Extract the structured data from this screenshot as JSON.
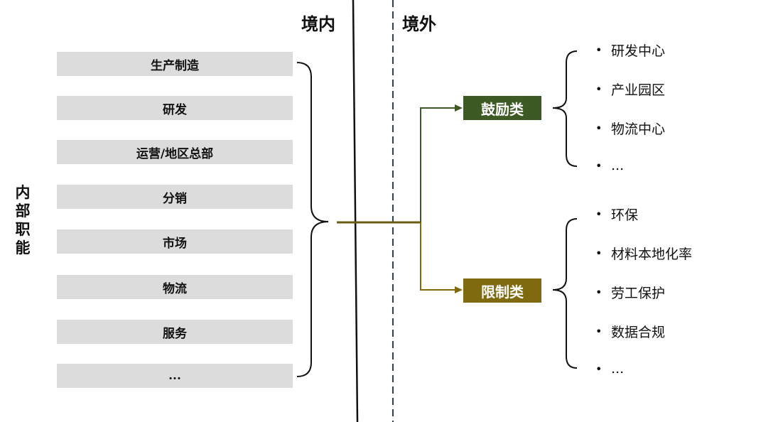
{
  "side_label": [
    "内",
    "部",
    "职",
    "能"
  ],
  "regions": {
    "domestic": "境内",
    "overseas": "境外"
  },
  "functions": [
    "生产制造",
    "研发",
    "运营/地区总部",
    "分销",
    "市场",
    "物流",
    "服务",
    "..."
  ],
  "categories": {
    "encouraged": {
      "label": "鼓励类",
      "color": "#3d5a24",
      "items": [
        "研发中心",
        "产业园区",
        "物流中心",
        "..."
      ]
    },
    "restricted": {
      "label": "限制类",
      "color": "#7f6a0f",
      "items": [
        "环保",
        "材料本地化率",
        "劳工保护",
        "数据合规",
        "..."
      ]
    }
  },
  "bullet": "•"
}
